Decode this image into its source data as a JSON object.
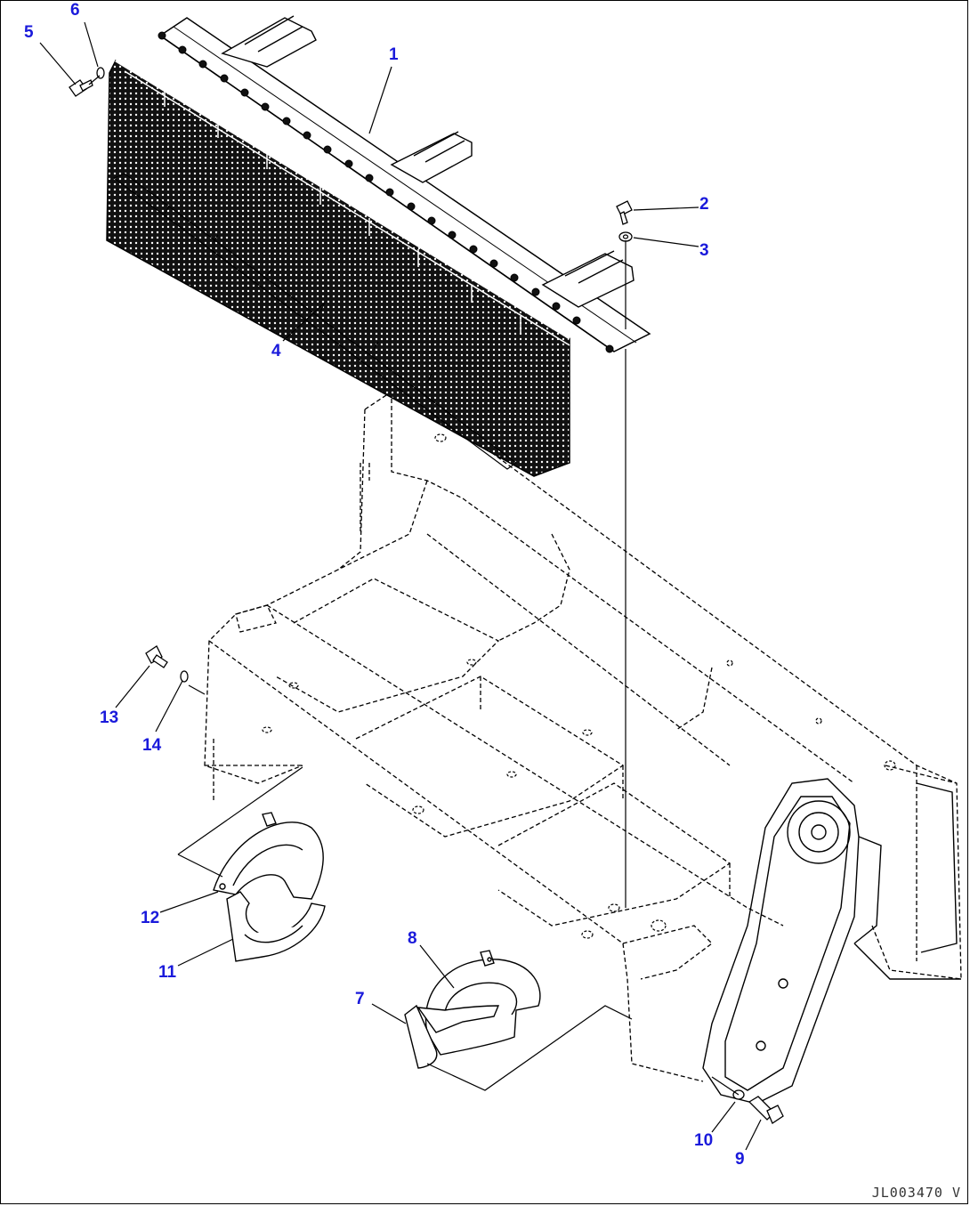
{
  "diagram": {
    "callouts": [
      {
        "id": "1",
        "label": "1"
      },
      {
        "id": "2",
        "label": "2"
      },
      {
        "id": "3",
        "label": "3"
      },
      {
        "id": "4",
        "label": "4"
      },
      {
        "id": "5",
        "label": "5"
      },
      {
        "id": "6",
        "label": "6"
      },
      {
        "id": "7",
        "label": "7"
      },
      {
        "id": "8",
        "label": "8"
      },
      {
        "id": "9",
        "label": "9"
      },
      {
        "id": "10",
        "label": "10"
      },
      {
        "id": "11",
        "label": "11"
      },
      {
        "id": "12",
        "label": "12"
      },
      {
        "id": "13",
        "label": "13"
      },
      {
        "id": "14",
        "label": "14"
      }
    ],
    "drawing_code": "JL003470 V",
    "colors": {
      "callout": "#1a1adb",
      "line": "#000000"
    }
  }
}
